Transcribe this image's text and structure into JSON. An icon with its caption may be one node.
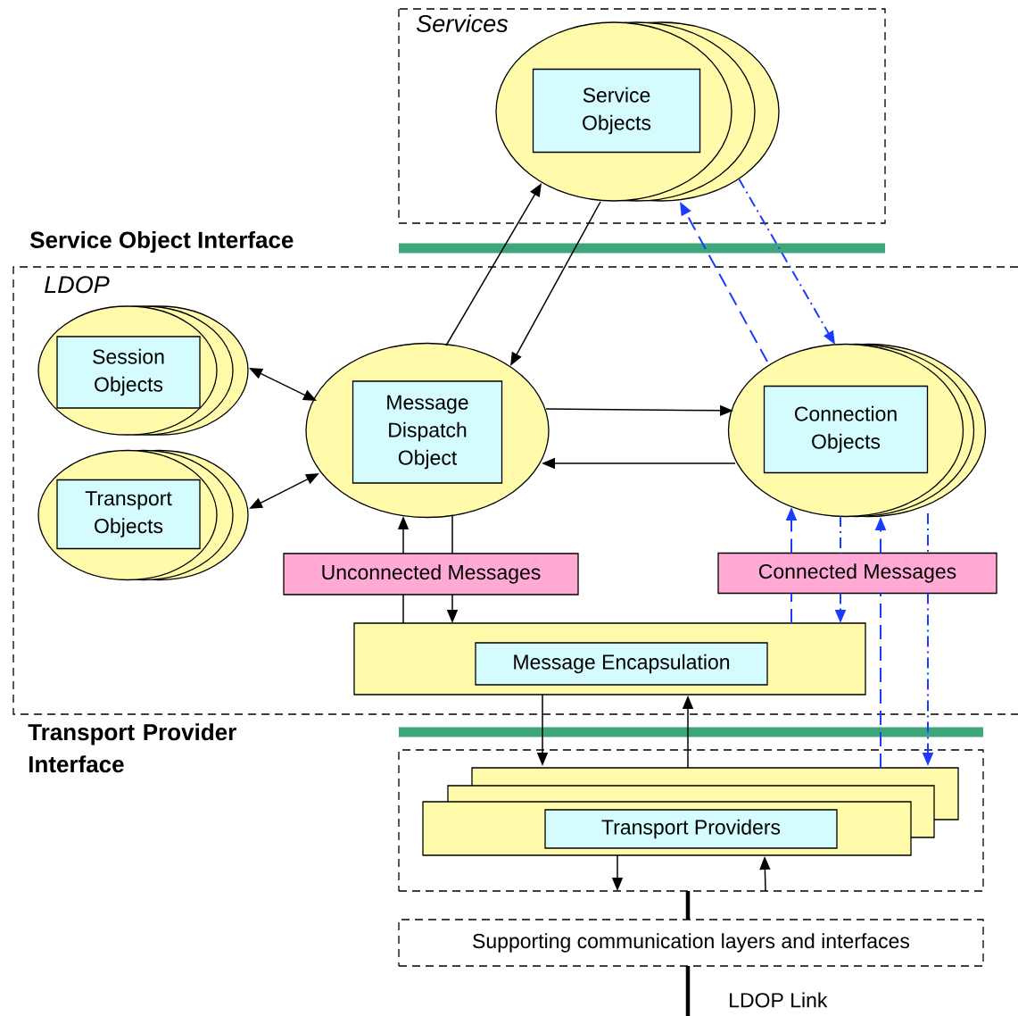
{
  "diagram": {
    "nodes": [
      {
        "text": [
          "Services"
        ]
      },
      {
        "text": [],
        "shape": "ellipse",
        "in": 0
      },
      {
        "text": [
          "Service Objects"
        ],
        "in": 1
      },
      {
        "text": [
          "LDOP"
        ]
      },
      {
        "text": [],
        "shape": "ellipse",
        "in": 3
      },
      {
        "text": [
          "Session Objects"
        ],
        "in": 4
      },
      {
        "text": [],
        "shape": "ellipse",
        "in": 3
      },
      {
        "text": [
          "Transport Objects"
        ],
        "in": 6
      },
      {
        "text": [],
        "shape": "ellipse",
        "in": 3
      },
      {
        "text": [
          "Message Dispatch Object"
        ],
        "in": 8
      },
      {
        "text": [],
        "shape": "ellipse",
        "in": 3
      },
      {
        "text": [
          "Connection Objects"
        ],
        "in": 10
      },
      {
        "text": [
          "Unconnected Messages"
        ],
        "in": 3
      },
      {
        "text": [
          "Connected Messages"
        ],
        "in": 3
      },
      {
        "text": [],
        "shape": "box",
        "in": 3
      },
      {
        "text": [
          "Message Encapsulation"
        ],
        "in": 14
      },
      {
        "text": [],
        "shape": "box"
      },
      {
        "text": [],
        "shape": "box",
        "in": 16
      },
      {
        "text": [
          "Transport Providers"
        ],
        "in": 17
      },
      {
        "text": [
          "Supporting communication layers and interfaces"
        ]
      }
    ],
    "edges": [
      {
        "from": 8,
        "to": 1,
        "arrow": "to"
      },
      {
        "from": 1,
        "to": 8,
        "arrow": "to"
      },
      {
        "from": 10,
        "to": 1,
        "arrow": "to",
        "style": "dashed",
        "color": "#1a3cff"
      },
      {
        "from": 1,
        "to": 10,
        "arrow": "to",
        "style": "dashed",
        "color": "#1a3cff"
      },
      {
        "from": 4,
        "to": 8,
        "arrow": "both"
      },
      {
        "from": 6,
        "to": 8,
        "arrow": "both"
      },
      {
        "from": 8,
        "to": 10,
        "arrow": "to"
      },
      {
        "from": 10,
        "to": 8,
        "arrow": "to"
      },
      {
        "from": 14,
        "to": 12,
        "arrow": "none"
      },
      {
        "from": 12,
        "to": 8,
        "arrow": "to"
      },
      {
        "from": 8,
        "to": 12,
        "arrow": "none"
      },
      {
        "from": 12,
        "to": 14,
        "arrow": "to"
      },
      {
        "from": 14,
        "to": 13,
        "arrow": "none",
        "style": "dashed",
        "color": "#1a3cff"
      },
      {
        "from": 13,
        "to": 10,
        "arrow": "to",
        "style": "dashed",
        "color": "#1a3cff"
      },
      {
        "from": 10,
        "to": 13,
        "arrow": "none",
        "style": "dashed",
        "color": "#1a3cff"
      },
      {
        "from": 13,
        "to": 14,
        "arrow": "to",
        "style": "dashed",
        "color": "#1a3cff"
      },
      {
        "from": 17,
        "to": 13,
        "arrow": "none",
        "style": "dashed",
        "color": "#1a3cff"
      },
      {
        "from": 13,
        "to": 10,
        "arrow": "to",
        "style": "dashed",
        "color": "#1a3cff"
      },
      {
        "from": 10,
        "to": 13,
        "arrow": "none",
        "style": "dashed",
        "color": "#1a3cff"
      },
      {
        "from": 13,
        "to": 17,
        "arrow": "to",
        "style": "dashed",
        "color": "#1a3cff"
      },
      {
        "from": 14,
        "to": 17,
        "arrow": "to"
      },
      {
        "from": 17,
        "to": 14,
        "arrow": "to"
      },
      {
        "from": 17,
        "to": 16,
        "arrow": "to"
      },
      {
        "from": 16,
        "to": 17,
        "arrow": "to"
      },
      {
        "from": 16,
        "to": 19,
        "arrow": "none",
        "style": "thick"
      },
      {
        "from": 19,
        "to": null,
        "arrow": "none",
        "style": "thick"
      }
    ],
    "labels": [
      "Service Object Interface",
      "Transport Provider Interface",
      "LDOP Link"
    ]
  }
}
